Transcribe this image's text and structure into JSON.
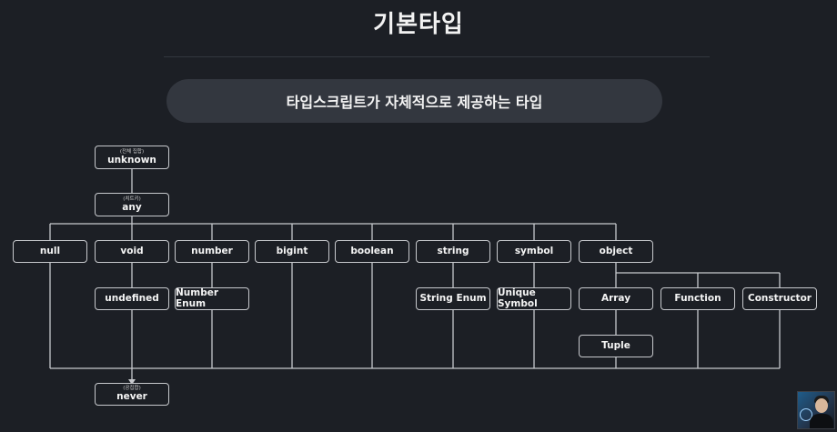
{
  "title": "기본타입",
  "subtitle": "타입스크립트가 자체적으로 제공하는 타입",
  "nodes": {
    "unknown": {
      "label": "unknown",
      "sub": "(전체 집합)"
    },
    "any": {
      "label": "any",
      "sub": "(치트키)"
    },
    "null": {
      "label": "null"
    },
    "void": {
      "label": "void"
    },
    "number": {
      "label": "number"
    },
    "bigint": {
      "label": "bigint"
    },
    "boolean": {
      "label": "boolean"
    },
    "string": {
      "label": "string"
    },
    "symbol": {
      "label": "symbol"
    },
    "object": {
      "label": "object"
    },
    "undefined": {
      "label": "undefined"
    },
    "number_enum": {
      "label": "Number Enum"
    },
    "string_enum": {
      "label": "String Enum"
    },
    "unique_symbol": {
      "label": "Unique Symbol"
    },
    "array": {
      "label": "Array"
    },
    "function": {
      "label": "Function"
    },
    "constructor": {
      "label": "Constructor"
    },
    "tuple": {
      "label": "Tuple"
    },
    "never": {
      "label": "never",
      "sub": "(공집합)"
    }
  },
  "colors": {
    "background": "#1c1f25",
    "pill": "#33373f",
    "line": "#c7c9cd"
  },
  "presenter_icon": "presenter-webcam"
}
